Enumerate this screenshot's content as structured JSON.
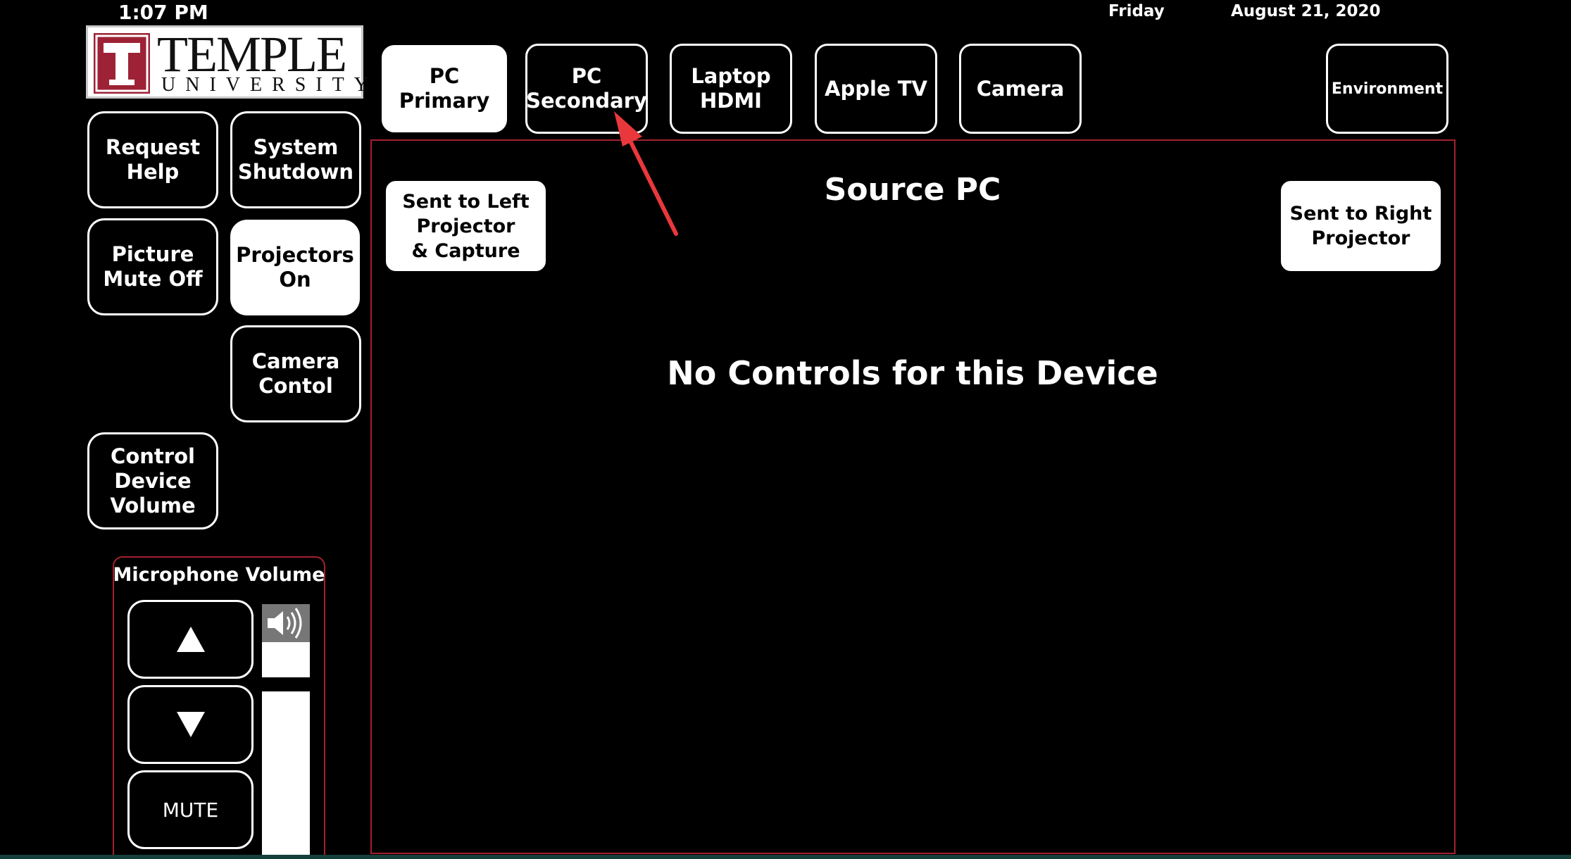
{
  "header": {
    "time": "1:07 PM",
    "day": "Friday",
    "date": "August 21, 2020"
  },
  "logo": {
    "wordmark": "TEMPLE",
    "subtitle": "UNIVERSITY",
    "brand_color": "#9d2235"
  },
  "source_tabs": [
    {
      "label": "PC Primary",
      "active": true
    },
    {
      "label": "PC\nSecondary",
      "active": false
    },
    {
      "label": "Laptop\nHDMI",
      "active": false
    },
    {
      "label": "Apple TV",
      "active": false
    },
    {
      "label": "Camera",
      "active": false
    }
  ],
  "environment_button": "Environment",
  "left_controls": {
    "request_help": "Request\nHelp",
    "system_shutdown": "System\nShutdown",
    "picture_mute": "Picture\nMute Off",
    "projectors_on": "Projectors\nOn",
    "camera_control": "Camera\nContol",
    "control_device_volume": "Control\nDevice\nVolume"
  },
  "microphone": {
    "title": "Microphone Volume",
    "up_icon": "triangle-up-icon",
    "down_icon": "triangle-down-icon",
    "mute_label": "MUTE",
    "speaker_icon": "speaker-icon"
  },
  "main": {
    "source_title": "Source PC",
    "send_left": "Sent to Left\nProjector\n& Capture",
    "send_right": "Sent to Right\nProjector",
    "no_controls": "No Controls for this Device",
    "border_color": "#a3212f"
  },
  "annotation": {
    "arrow_color": "#e8383b"
  }
}
